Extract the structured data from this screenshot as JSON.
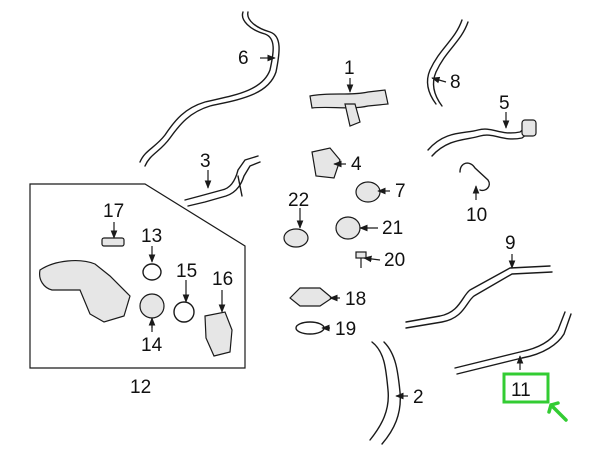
{
  "diagram": {
    "callouts": [
      "1",
      "2",
      "3",
      "4",
      "5",
      "6",
      "7",
      "8",
      "9",
      "10",
      "11",
      "12",
      "13",
      "14",
      "15",
      "16",
      "17",
      "18",
      "19",
      "20",
      "21",
      "22"
    ],
    "highlight": {
      "label": "11",
      "color": "#33cc33"
    }
  },
  "icons": [
    "part-drawing",
    "highlight-arrow-icon"
  ]
}
